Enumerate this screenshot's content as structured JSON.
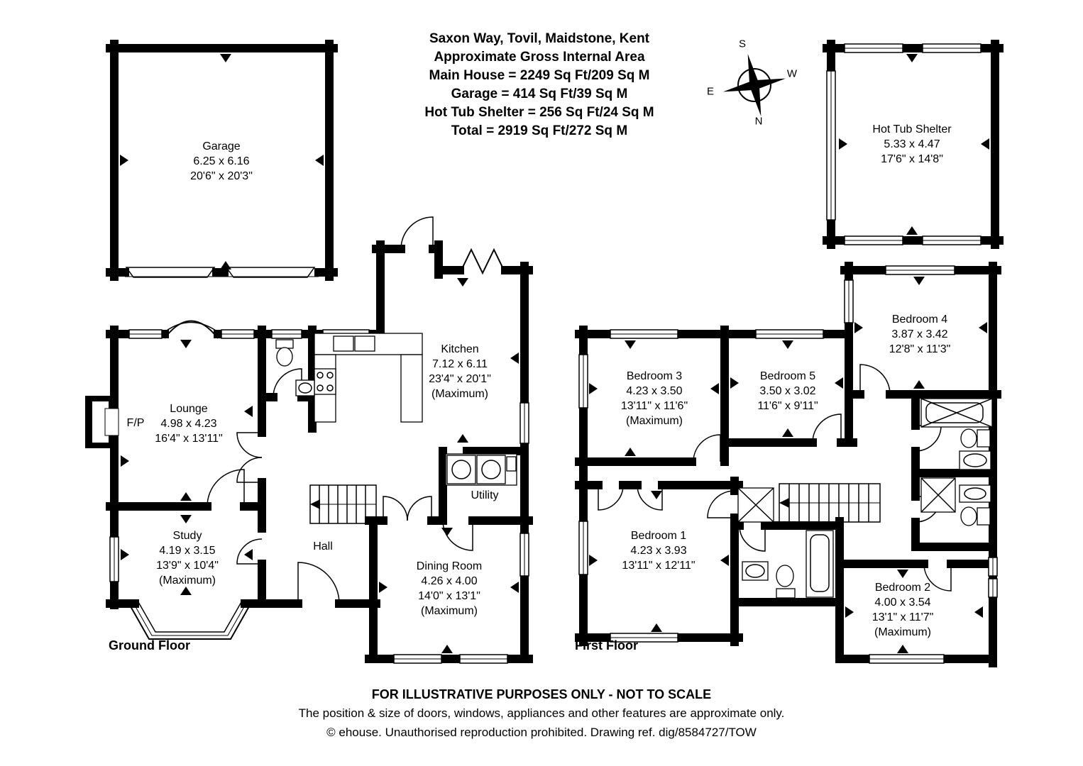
{
  "title_block": {
    "address": "Saxon Way, Tovil, Maidstone, Kent",
    "area_heading": "Approximate Gross Internal Area",
    "main_house_area": "Main House = 2249 Sq Ft/209 Sq M",
    "garage_area": "Garage = 414 Sq Ft/39 Sq M",
    "hot_tub_area": "Hot Tub Shelter = 256 Sq Ft/24 Sq M",
    "total_area": "Total = 2919 Sq Ft/272 Sq M"
  },
  "compass": {
    "north": "N",
    "south": "S",
    "east": "E",
    "west": "W"
  },
  "floor_labels": {
    "ground": "Ground Floor",
    "first": "First Floor"
  },
  "rooms": {
    "garage": {
      "name": "Garage",
      "metric": "6.25 x 6.16",
      "imperial": "20'6\" x 20'3\""
    },
    "hot_tub_shelter": {
      "name": "Hot Tub Shelter",
      "metric": "5.33 x 4.47",
      "imperial": "17'6\" x 14'8\""
    },
    "lounge": {
      "name": "Lounge",
      "metric": "4.98 x 4.23",
      "imperial": "16'4\" x 13'11\""
    },
    "study": {
      "name": "Study",
      "metric": "4.19 x 3.15",
      "imperial": "13'9\" x 10'4\"",
      "note": "(Maximum)"
    },
    "hall": {
      "name": "Hall"
    },
    "kitchen": {
      "name": "Kitchen",
      "metric": "7.12 x 6.11",
      "imperial": "23'4\" x 20'1\"",
      "note": "(Maximum)"
    },
    "utility": {
      "name": "Utility"
    },
    "dining_room": {
      "name": "Dining Room",
      "metric": "4.26 x 4.00",
      "imperial": "14'0\" x 13'1\"",
      "note": "(Maximum)"
    },
    "bedroom_1": {
      "name": "Bedroom 1",
      "metric": "4.23 x 3.93",
      "imperial": "13'11\" x 12'11\""
    },
    "bedroom_2": {
      "name": "Bedroom 2",
      "metric": "4.00 x 3.54",
      "imperial": "13'1\" x 11'7\"",
      "note": "(Maximum)"
    },
    "bedroom_3": {
      "name": "Bedroom 3",
      "metric": "4.23 x 3.50",
      "imperial": "13'11\" x 11'6\"",
      "note": "(Maximum)"
    },
    "bedroom_4": {
      "name": "Bedroom 4",
      "metric": "3.87 x 3.42",
      "imperial": "12'8\" x 11'3\""
    },
    "bedroom_5": {
      "name": "Bedroom 5",
      "metric": "3.50 x 3.02",
      "imperial": "11'6\" x 9'11\""
    }
  },
  "annotations": {
    "fireplace": "F/P"
  },
  "disclaimer": {
    "line1": "FOR ILLUSTRATIVE PURPOSES ONLY - NOT TO SCALE",
    "line2": "The position & size of doors, windows, appliances and other features are approximate only.",
    "line3": "© ehouse. Unauthorised reproduction prohibited. Drawing ref. dig/8584727/TOW"
  },
  "colors": {
    "ink": "#000000",
    "paper": "#ffffff"
  }
}
